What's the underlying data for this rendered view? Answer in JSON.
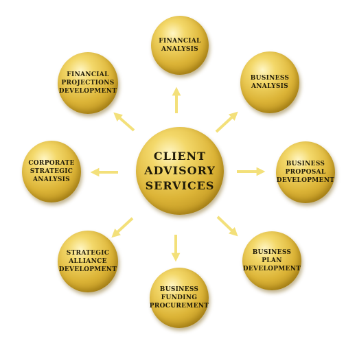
{
  "center": "CLIENT\nADVISORY\nSERVICES",
  "nodes": {
    "financial_analysis": "FINANCIAL\nANALYSIS",
    "business_analysis": "BUSINESS\nANALYSIS",
    "business_proposal_development": "BUSINESS\nPROPOSAL\nDEVELOPMENT",
    "business_plan_development": "BUSINESS PLAN\nDEVELOPMENT",
    "business_funding_procurement": "BUSINESS\nFUNDING\nPROCUREMENT",
    "strategic_alliance_development": "STRATEGIC\nALLIANCE\nDEVELOPMENT",
    "corporate_strategic_analysis": "CORPORATE\nSTRATEGIC\nANALYSIS",
    "financial_projections_development": "FINANCIAL\nPROJECTIONS\nDEVELOPMENT"
  },
  "colors": {
    "gold": "#dcb437",
    "arrow": "#f3e07a"
  }
}
